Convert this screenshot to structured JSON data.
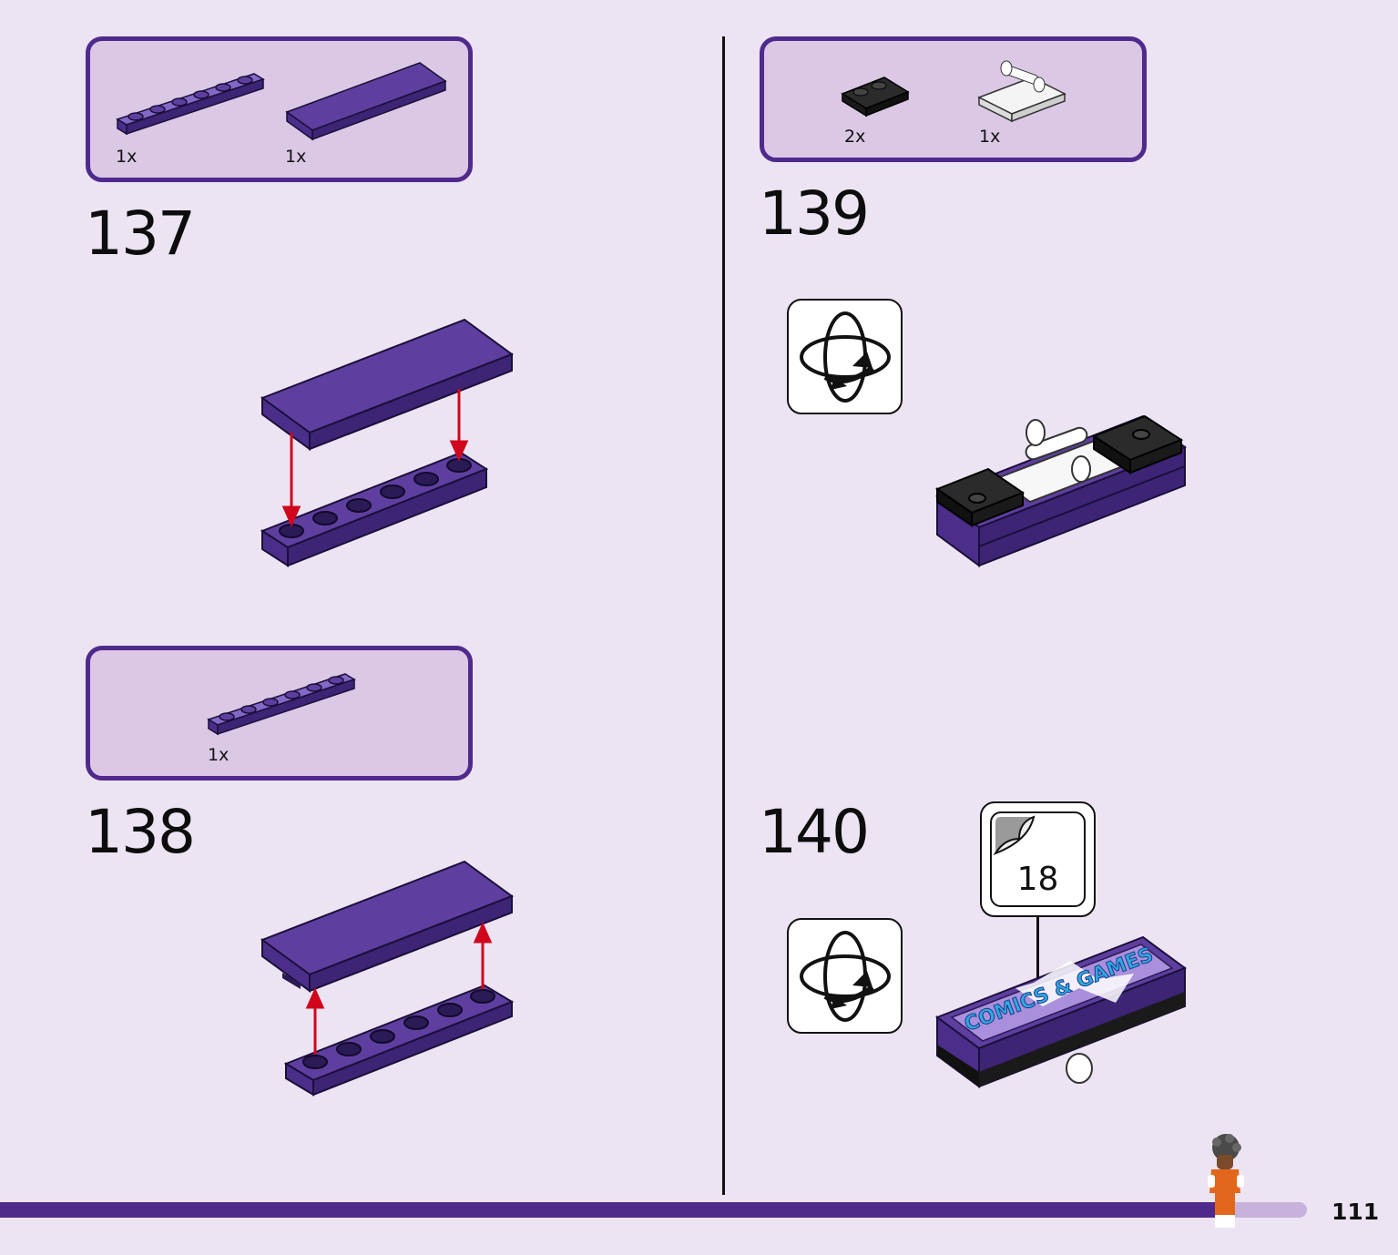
{
  "steps": [
    {
      "number": "137",
      "parts": [
        {
          "qty": "1x",
          "part": "purple-plate-1x6"
        },
        {
          "qty": "1x",
          "part": "purple-tile-2x6"
        }
      ]
    },
    {
      "number": "138",
      "parts": [
        {
          "qty": "1x",
          "part": "purple-plate-1x6"
        }
      ]
    },
    {
      "number": "139",
      "parts": [
        {
          "qty": "2x",
          "part": "black-plate-with-rail"
        },
        {
          "qty": "1x",
          "part": "white-bar-holder"
        }
      ],
      "icon": "rotate-model-icon"
    },
    {
      "number": "140",
      "sticker": "18",
      "sticker_text": "COMICS & GAMES",
      "icon": "rotate-model-icon"
    }
  ],
  "page_number": "111",
  "progress": 0.93,
  "colors": {
    "purple": "#5e3fa0",
    "frame": "#4f2a8c",
    "box_bg": "#dbc8e5",
    "page_bg": "#ece4f3",
    "arrow": "#d0061c"
  }
}
